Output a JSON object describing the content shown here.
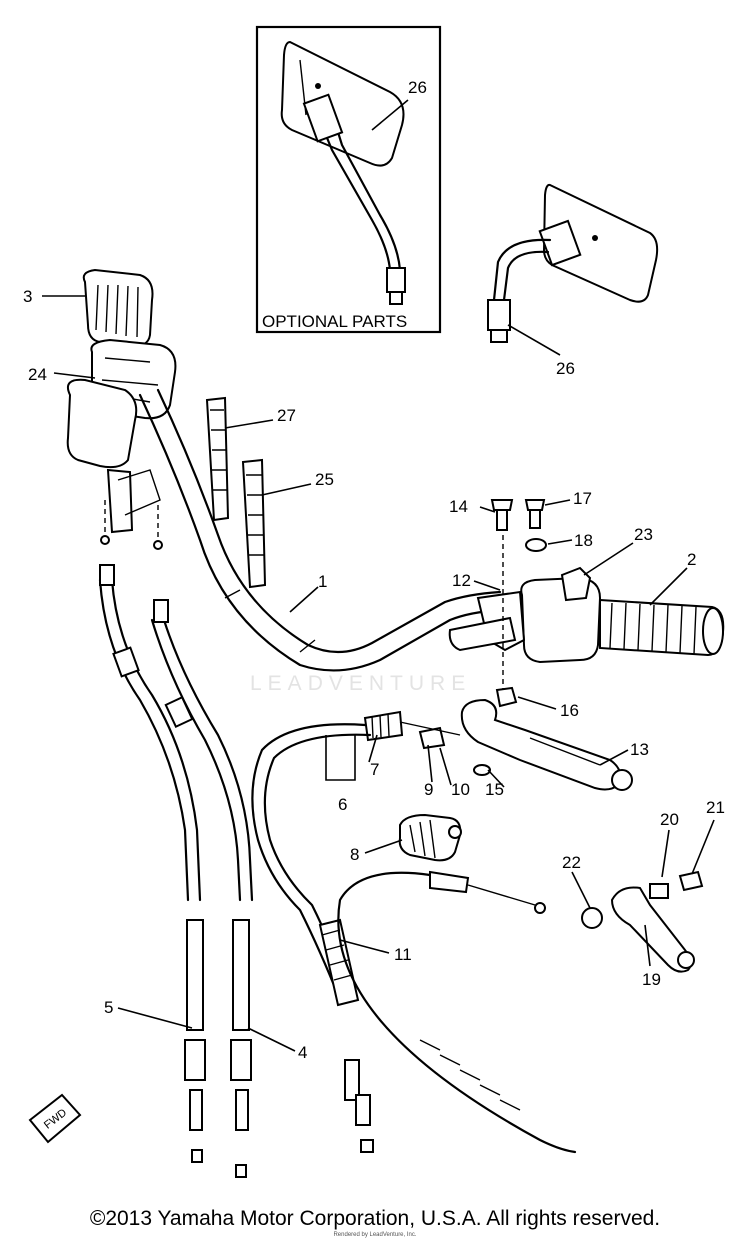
{
  "diagram": {
    "optional_box_label": "OPTIONAL PARTS",
    "fwd_label": "FWD",
    "callouts": [
      {
        "id": "c1",
        "text": "1"
      },
      {
        "id": "c2",
        "text": "2"
      },
      {
        "id": "c3",
        "text": "3"
      },
      {
        "id": "c4",
        "text": "4"
      },
      {
        "id": "c5",
        "text": "5"
      },
      {
        "id": "c6",
        "text": "6"
      },
      {
        "id": "c7",
        "text": "7"
      },
      {
        "id": "c8",
        "text": "8"
      },
      {
        "id": "c9",
        "text": "9"
      },
      {
        "id": "c10",
        "text": "10"
      },
      {
        "id": "c11",
        "text": "11"
      },
      {
        "id": "c12",
        "text": "12"
      },
      {
        "id": "c13",
        "text": "13"
      },
      {
        "id": "c14",
        "text": "14"
      },
      {
        "id": "c15",
        "text": "15"
      },
      {
        "id": "c16",
        "text": "16"
      },
      {
        "id": "c17",
        "text": "17"
      },
      {
        "id": "c18",
        "text": "18"
      },
      {
        "id": "c19",
        "text": "19"
      },
      {
        "id": "c20",
        "text": "20"
      },
      {
        "id": "c21",
        "text": "21"
      },
      {
        "id": "c22",
        "text": "22"
      },
      {
        "id": "c23",
        "text": "23"
      },
      {
        "id": "c24",
        "text": "24"
      },
      {
        "id": "c25",
        "text": "25"
      },
      {
        "id": "c26a",
        "text": "26"
      },
      {
        "id": "c26b",
        "text": "26"
      },
      {
        "id": "c27",
        "text": "27"
      }
    ]
  },
  "watermark": "LEADVENTURE",
  "footer": {
    "copyright": "©2013 Yamaha Motor Corporation, U.S.A. All rights reserved.",
    "credit": "Rendered by LeadVenture, Inc."
  }
}
